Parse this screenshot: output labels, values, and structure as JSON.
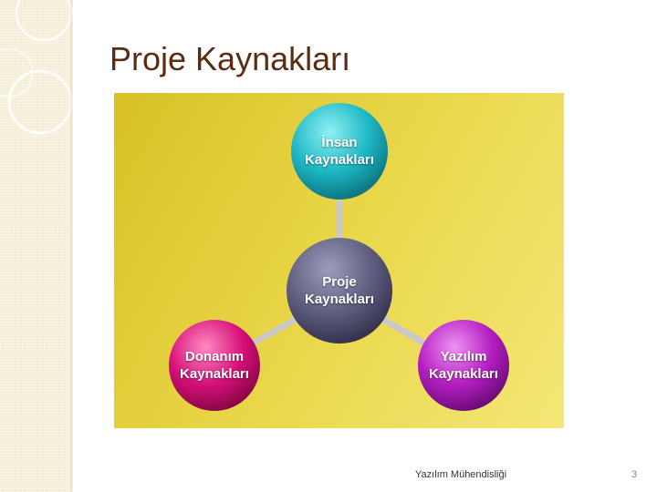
{
  "slide": {
    "title": "Proje Kaynakları",
    "footer": "Yazılım Mühendisliği",
    "page_number": "3"
  },
  "diagram": {
    "center": {
      "line1": "Proje",
      "line2": "Kaynakları",
      "color": "#5f5e80"
    },
    "top": {
      "line1": "İnsan",
      "line2": "Kaynakları",
      "color": "#1eb7c4"
    },
    "bottom_left": {
      "line1": "Donanım",
      "line2": "Kaynakları",
      "color": "#d6107a"
    },
    "bottom_right": {
      "line1": "Yazılım",
      "line2": "Kaynakları",
      "color": "#b41ec0"
    }
  },
  "colors": {
    "title": "#5a2c14",
    "panel_background": "#e3ce3c",
    "connector": "#c9c9c9"
  }
}
